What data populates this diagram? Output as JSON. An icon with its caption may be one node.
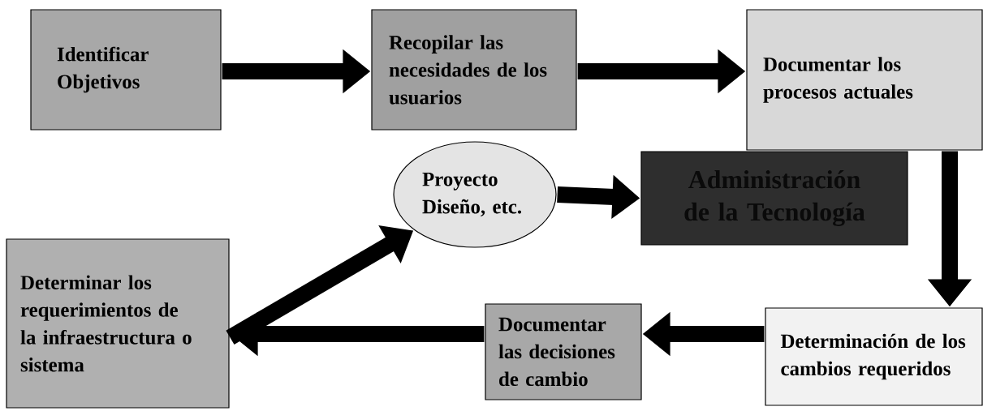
{
  "diagram": {
    "nodes": [
      {
        "text": [
          "Identificar Objetivos"
        ]
      },
      {
        "text": [
          "Recopilar las necesidades de los usuarios"
        ]
      },
      {
        "text": [
          "Documentar los procesos actuales"
        ]
      },
      {
        "text": [
          "Proyecto Diseño, etc."
        ]
      },
      {
        "text": [
          "Administración de la Tecnología"
        ]
      },
      {
        "text": [
          "Determinación de los cambios requeridos"
        ]
      },
      {
        "text": [
          "Documentar las decisiones de cambio"
        ]
      },
      {
        "text": [
          "Determinar los requerimientos de la infraestructura o sistema"
        ]
      }
    ],
    "edges": [
      {
        "from": 0,
        "to": 1,
        "arrow": "to"
      },
      {
        "from": 1,
        "to": 2,
        "arrow": "to"
      },
      {
        "from": 2,
        "to": 5,
        "arrow": "to"
      },
      {
        "from": 5,
        "to": 6,
        "arrow": "to"
      },
      {
        "from": 6,
        "to": 7,
        "arrow": "to"
      },
      {
        "from": 7,
        "to": 3,
        "arrow": "to"
      },
      {
        "from": 3,
        "to": 4,
        "arrow": "to"
      }
    ]
  }
}
